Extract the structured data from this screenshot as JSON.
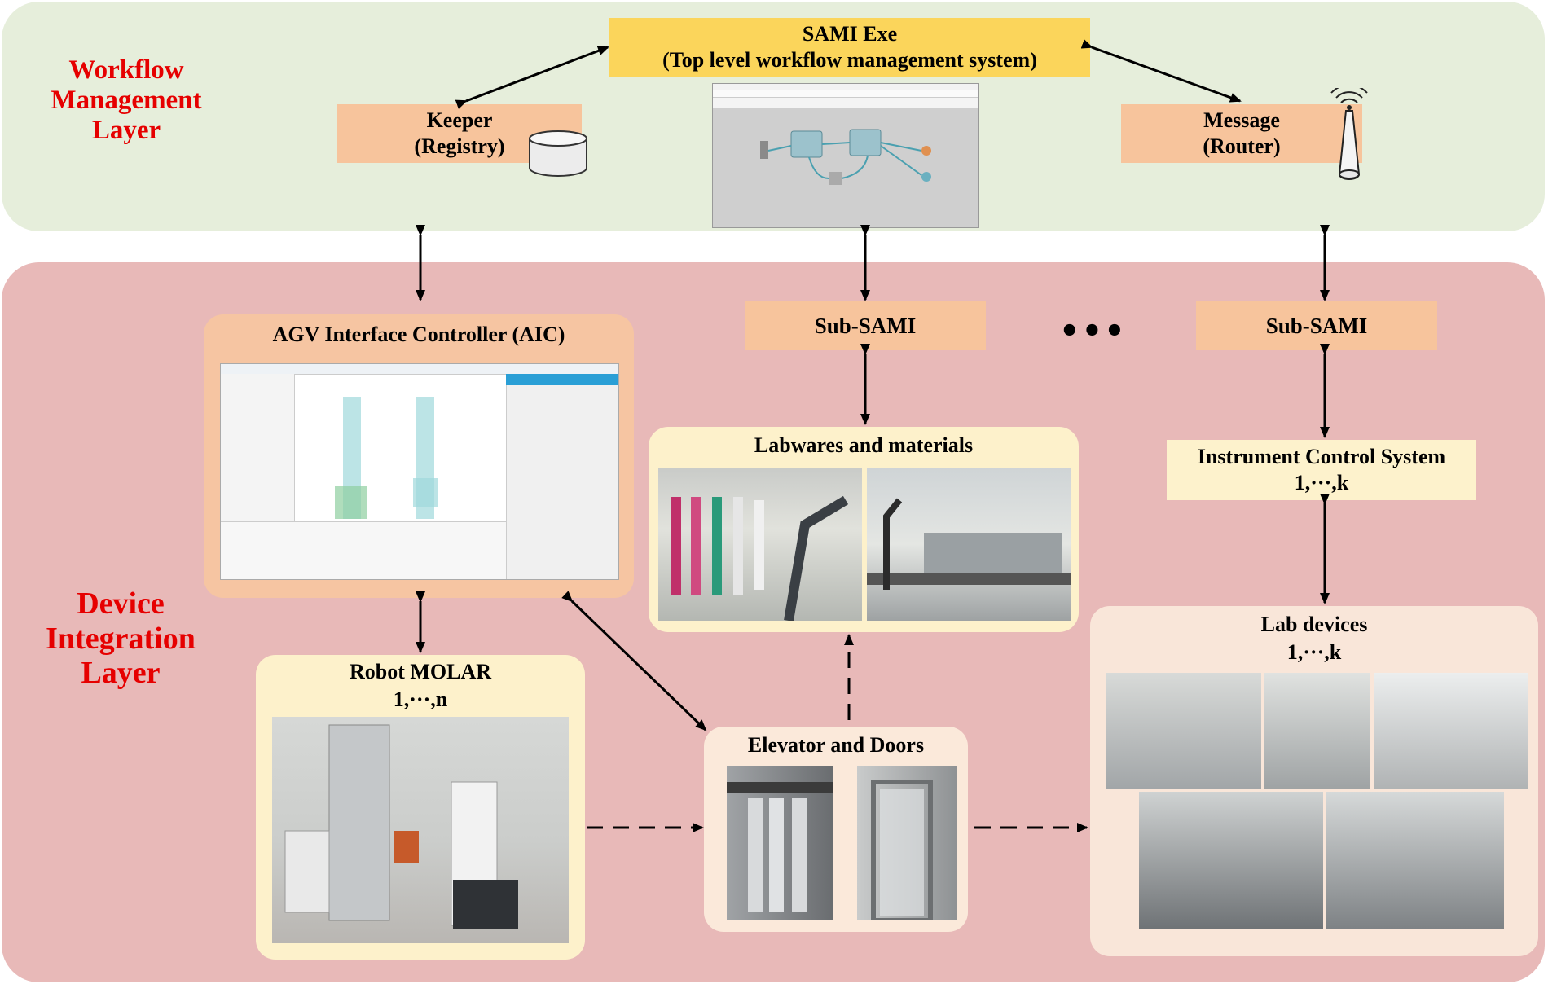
{
  "layers": {
    "workflow": {
      "label": "Workflow\nManagement\nLayer"
    },
    "device": {
      "label": "Device\nIntegration\nLayer"
    }
  },
  "workflow": {
    "sami_exe": "SAMI Exe\n(Top level workflow management system)",
    "keeper": "Keeper\n(Registry)",
    "message": "Message\n(Router)"
  },
  "device": {
    "aic_title": "AGV Interface Controller (AIC)",
    "sub_sami_1": "Sub-SAMI",
    "sub_sami_2": "Sub-SAMI",
    "ellipsis": "•••",
    "labwares_title": "Labwares and materials",
    "ics": "Instrument Control System\n1,···,k",
    "lab_devices_title": "Lab devices\n1,···,k",
    "robot_title": "Robot MOLAR\n1,···,n",
    "elevator_title": "Elevator and Doors"
  },
  "colors": {
    "workflow_bg": "#e6eedb",
    "device_bg": "#e8b9b8",
    "label_red": "#e60000",
    "box_orange": "#f7c49c",
    "box_yellow": "#fbd55b",
    "panel_cream": "#fdf2cc"
  }
}
